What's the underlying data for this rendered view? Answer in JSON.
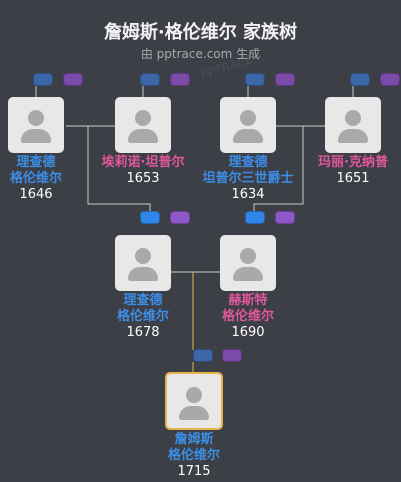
{
  "header": {
    "title": "詹姆斯·格伦维尔 家族树",
    "subtitle": "由 pptrace.com 生成",
    "watermark": "PPTRACE"
  },
  "people": [
    {
      "id": "p1",
      "name_lines": [
        "理查德",
        "格伦维尔"
      ],
      "year": "1646",
      "gender": "male"
    },
    {
      "id": "p2",
      "name_lines": [
        "埃莉诺·坦普尔"
      ],
      "year": "1653",
      "gender": "female"
    },
    {
      "id": "p3",
      "name_lines": [
        "理查德",
        "坦普尔三世爵士"
      ],
      "year": "1634",
      "gender": "male"
    },
    {
      "id": "p4",
      "name_lines": [
        "玛丽·克纳普"
      ],
      "year": "1651",
      "gender": "female"
    },
    {
      "id": "p5",
      "name_lines": [
        "理查德",
        "格伦维尔"
      ],
      "year": "1678",
      "gender": "male"
    },
    {
      "id": "p6",
      "name_lines": [
        "赫斯特",
        "格伦维尔"
      ],
      "year": "1690",
      "gender": "female"
    },
    {
      "id": "p7",
      "name_lines": [
        "詹姆斯",
        "格伦维尔"
      ],
      "year": "1715",
      "gender": "male",
      "highlight": true
    }
  ],
  "colors": {
    "male": "#3d8ee6",
    "female": "#e0579d",
    "line": "#c9c9c9",
    "lineGold": "#e5b54a",
    "background": "#3c3f46"
  }
}
